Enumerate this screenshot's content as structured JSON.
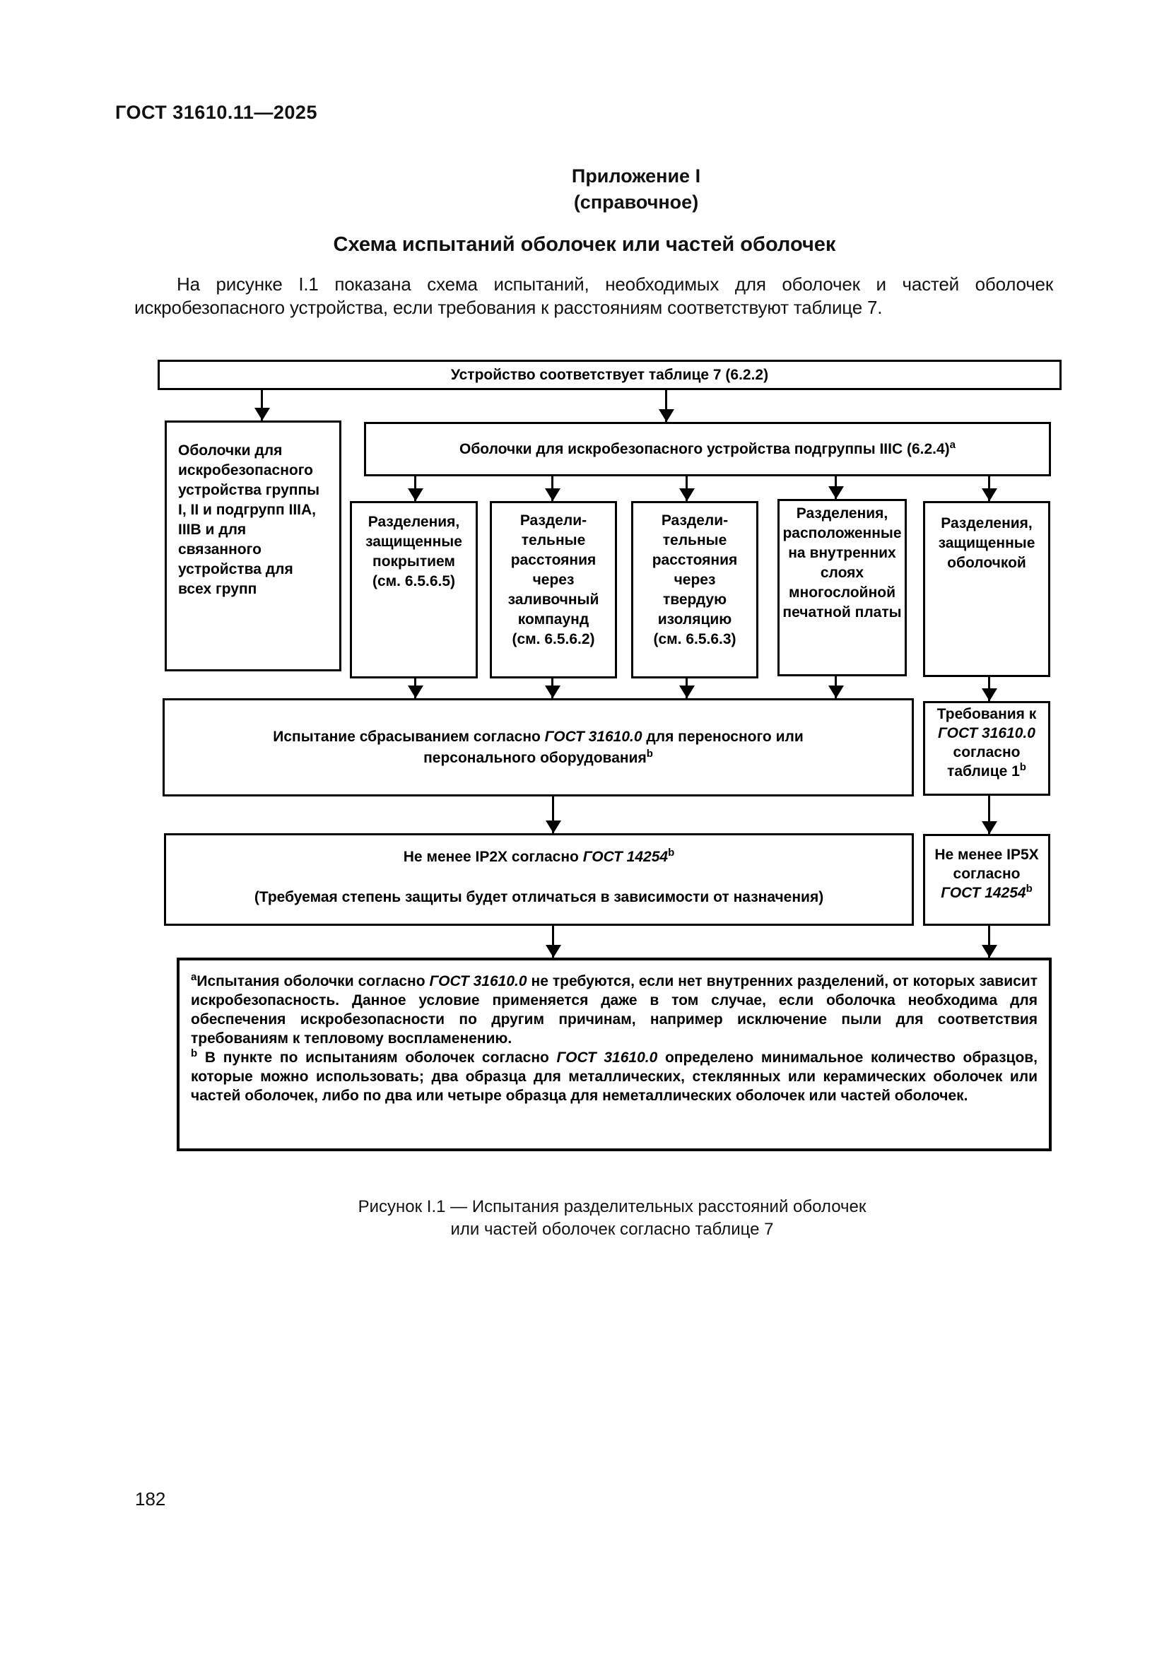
{
  "page": {
    "standard": "ГОСТ 31610.11—2025",
    "number": "182"
  },
  "appendix": {
    "label": "Приложение I",
    "kind": "(справочное)",
    "title": "Схема испытаний оболочек или частей оболочек",
    "intro": "На рисунке I.1 показана схема испытаний, необходимых для оболочек и частей оболочек искробезопасного устройства, если требования к расстояниям соответствуют таблице 7."
  },
  "flowchart": {
    "device_box": "Устройство соответствует таблице 7 (6.2.2)",
    "group_box": "Оболочки для\nискробезопасного\nустройства группы\nI, II и подгрупп IIIA,\nIIIB и для\nсвязанного\nустройства для\nвсех групп",
    "subgroup_box": {
      "text": "Оболочки для искробезопасного устройства подгруппы IIIC (6.2.4)",
      "sup": "a"
    },
    "sep_boxes": [
      "Разделения,\nзащищенные\nпокрытием\n(см. 6.5.6.5)",
      "Раздели-\nтельные\nрасстояния\nчерез\nзаливочный\nкомпаунд\n(см. 6.5.6.2)",
      "Раздели-\nтельные\nрасстояния\nчерез\nтвердую\nизоляцию\n(см. 6.5.6.3)",
      "Разделения,\nрасположенные\nна внутренних\nслоях\nмногослойной\nпечатной платы",
      "Разделения,\nзащищенные\nоболочкой"
    ],
    "drop_box": {
      "pre": "Испытание сбрасыванием согласно ",
      "gost": "ГОСТ 31610.0",
      "post": " для переносного или персонального оборудования",
      "sup": "b"
    },
    "req_box": {
      "line1": "Требования к",
      "gost": "ГОСТ 31610.0",
      "line3": "согласно",
      "line4": "таблице 1",
      "sup": "b"
    },
    "ip2x_box": {
      "pre": "Не менее IP2X согласно ",
      "gost": "ГОСТ 14254",
      "sup": "b",
      "note": "(Требуемая степень защиты будет отличаться в зависимости от назначения)"
    },
    "ip5x_box": {
      "line1": "Не менее IP5X",
      "line2": "согласно",
      "gost": "ГОСТ 14254",
      "sup": "b"
    },
    "footnotes": [
      {
        "sup": "a",
        "pre": "Испытания оболочки согласно ",
        "gost": "ГОСТ 31610.0",
        "post": " не требуются, если нет внутренних разделений, от которых  зависит искробезопасность. Данное условие применяется даже в том случае, если оболочка необходима для  обеспечения искробезопасности по другим причинам, например исключение пыли для соответствия  требованиям к тепловому воспламенению."
      },
      {
        "sup": "b",
        "pre": " В пункте по испытаниям оболочек согласно ",
        "gost": "ГОСТ 31610.0",
        "post": " определено минимальное количество образцов, которые можно использовать; два образца для металлических, стеклянных или керамических оболочек или частей оболочек, либо по два или четыре образца для неметаллических оболочек или частей оболочек."
      }
    ]
  },
  "caption": {
    "line1": "Рисунок I.1 — Испытания разделительных расстояний оболочек",
    "line2": "или частей оболочек согласно таблице 7"
  }
}
